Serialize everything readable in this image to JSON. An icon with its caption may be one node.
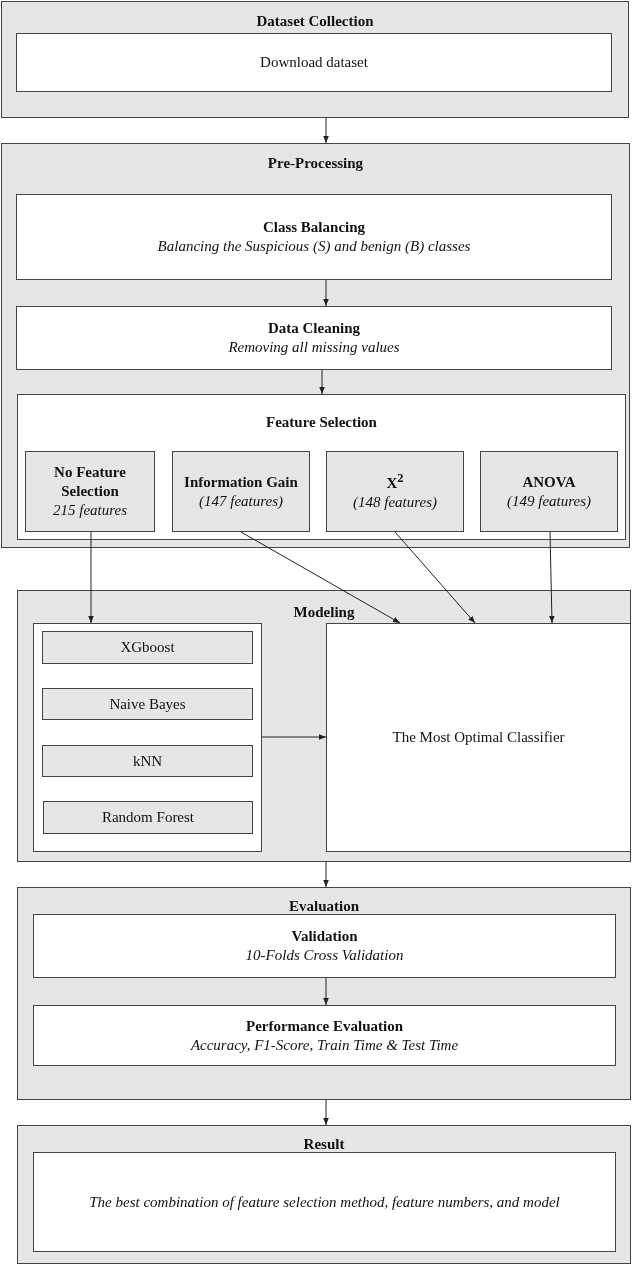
{
  "diagram": {
    "nodes": [
      {
        "text": [
          "Dataset Collection"
        ]
      },
      {
        "text": [
          "Download dataset"
        ],
        "in": 0
      },
      {
        "text": [
          "Pre-Processing"
        ]
      },
      {
        "text": [
          "Class Balancing",
          "Balancing the Suspicious (S) and benign (B) classes"
        ],
        "in": 2
      },
      {
        "text": [
          "Data Cleaning",
          "Removing all missing values"
        ],
        "in": 2
      },
      {
        "text": [
          "Feature Selection"
        ],
        "in": 2
      },
      {
        "text": [
          "No Feature Selection",
          "215 features"
        ],
        "in": 5
      },
      {
        "text": [
          "Information Gain",
          "(147 features)"
        ],
        "in": 5
      },
      {
        "text": [
          "X$^{2}$",
          "(148 features)"
        ],
        "in": 5
      },
      {
        "text": [
          "ANOVA",
          "(149 features)"
        ],
        "in": 5
      },
      {
        "text": [
          "Modeling"
        ]
      },
      {
        "text": [],
        "shape": "box",
        "in": 10
      },
      {
        "text": [
          "XGboost"
        ],
        "in": 11
      },
      {
        "text": [
          "Naive Bayes"
        ],
        "in": 11
      },
      {
        "text": [
          "kNN"
        ],
        "in": 11
      },
      {
        "text": [
          "Random Forest"
        ],
        "in": 11
      },
      {
        "text": [
          "The Most Optimal Classifier"
        ],
        "in": 10
      },
      {
        "text": [
          "Evaluation"
        ]
      },
      {
        "text": [
          "Validation",
          "10-Folds Cross Validation"
        ],
        "in": 17
      },
      {
        "text": [
          "Performance Evaluation",
          "Accuracy, F1-Score, Train Time & Test Time"
        ],
        "in": 17
      },
      {
        "text": [
          "Result"
        ]
      },
      {
        "text": [
          "The best combination of feature selection method, feature numbers, and model"
        ],
        "in": 20
      }
    ],
    "edges": [
      {
        "from": 0,
        "to": 2,
        "arrow": "to"
      },
      {
        "from": 3,
        "to": 4,
        "arrow": "to"
      },
      {
        "from": 4,
        "to": 5,
        "arrow": "to"
      },
      {
        "from": 6,
        "to": 11,
        "arrow": "to"
      },
      {
        "from": 7,
        "to": 16,
        "arrow": "to"
      },
      {
        "from": 8,
        "to": 16,
        "arrow": "to"
      },
      {
        "from": 9,
        "to": 16,
        "arrow": "to"
      },
      {
        "from": 11,
        "to": 16,
        "arrow": "to"
      },
      {
        "from": 10,
        "to": 17,
        "arrow": "to"
      },
      {
        "from": 18,
        "to": 19,
        "arrow": "to"
      },
      {
        "from": 17,
        "to": 20,
        "arrow": "to"
      }
    ]
  }
}
